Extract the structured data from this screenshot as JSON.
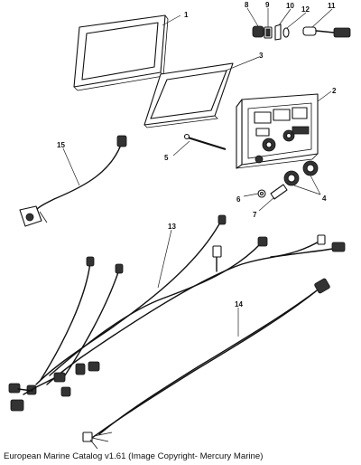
{
  "callouts": [
    {
      "id": "1",
      "text": "1"
    },
    {
      "id": "2",
      "text": "2"
    },
    {
      "id": "3",
      "text": "3"
    },
    {
      "id": "4",
      "text": "4"
    },
    {
      "id": "5",
      "text": "5"
    },
    {
      "id": "6",
      "text": "6"
    },
    {
      "id": "7",
      "text": "7"
    },
    {
      "id": "8",
      "text": "8"
    },
    {
      "id": "9",
      "text": "9"
    },
    {
      "id": "10",
      "text": "10"
    },
    {
      "id": "11",
      "text": "11"
    },
    {
      "id": "12",
      "text": "12"
    },
    {
      "id": "13",
      "text": "13"
    },
    {
      "id": "14",
      "text": "14"
    },
    {
      "id": "15",
      "text": "15"
    }
  ],
  "caption": "European Marine Catalog v1.61 (Image Copyright- Mercury Marine)",
  "colors": {
    "line": "#111111",
    "background": "#ffffff"
  }
}
